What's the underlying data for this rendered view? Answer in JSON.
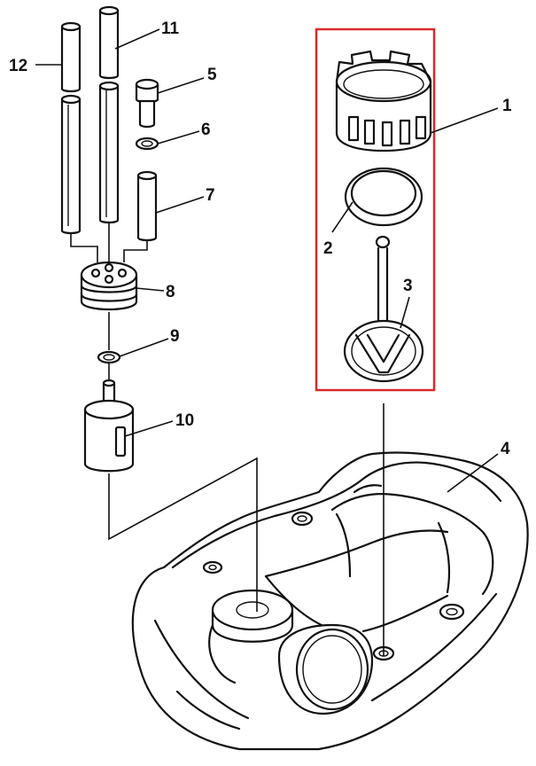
{
  "diagram": {
    "callouts": [
      {
        "id": "c1",
        "label": "1"
      },
      {
        "id": "c2",
        "label": "2"
      },
      {
        "id": "c3",
        "label": "3"
      },
      {
        "id": "c4",
        "label": "4"
      },
      {
        "id": "c5",
        "label": "5"
      },
      {
        "id": "c6",
        "label": "6"
      },
      {
        "id": "c7",
        "label": "7"
      },
      {
        "id": "c8",
        "label": "8"
      },
      {
        "id": "c9",
        "label": "9"
      },
      {
        "id": "c10",
        "label": "10"
      },
      {
        "id": "c11",
        "label": "11"
      },
      {
        "id": "c12",
        "label": "12"
      }
    ],
    "highlight_color": "#d92b2b",
    "line_color": "#111111"
  }
}
